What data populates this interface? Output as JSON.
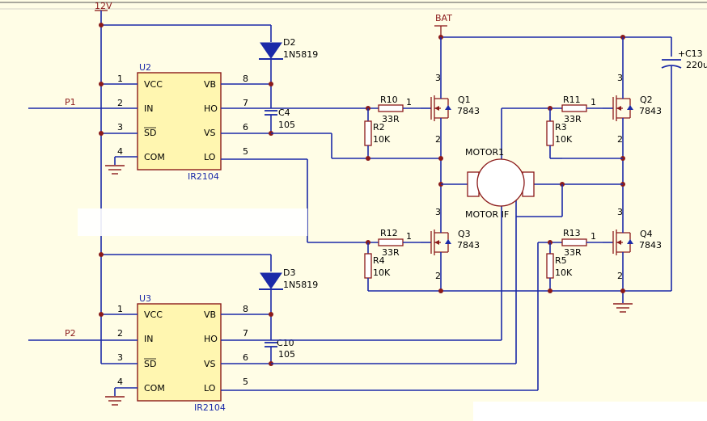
{
  "nets": {
    "v12": "12V",
    "bat": "BAT",
    "p1": "P1",
    "p2": "P2"
  },
  "u2": {
    "ref": "U2",
    "part": "IR2104",
    "pins": {
      "vcc": "VCC",
      "in": "IN",
      "sd": "SD",
      "com": "COM",
      "vb": "VB",
      "ho": "HO",
      "vs": "VS",
      "lo": "LO"
    },
    "nums": {
      "vcc": "1",
      "in": "2",
      "sd": "3",
      "com": "4",
      "vb": "8",
      "ho": "7",
      "vs": "6",
      "lo": "5"
    }
  },
  "u3": {
    "ref": "U3",
    "part": "IR2104",
    "pins": {
      "vcc": "VCC",
      "in": "IN",
      "sd": "SD",
      "com": "COM",
      "vb": "VB",
      "ho": "HO",
      "vs": "VS",
      "lo": "LO"
    },
    "nums": {
      "vcc": "1",
      "in": "2",
      "sd": "3",
      "com": "4",
      "vb": "8",
      "ho": "7",
      "vs": "6",
      "lo": "5"
    }
  },
  "d2": {
    "ref": "D2",
    "value": "1N5819"
  },
  "d3": {
    "ref": "D3",
    "value": "1N5819"
  },
  "c4": {
    "ref": "C4",
    "value": "105"
  },
  "c10": {
    "ref": "C10",
    "value": "105"
  },
  "c13": {
    "ref": "C13",
    "value": "220u",
    "plus": "+"
  },
  "r10": {
    "ref": "R10",
    "value": "33R",
    "pin": "1"
  },
  "r11": {
    "ref": "R11",
    "value": "33R",
    "pin": "1"
  },
  "r12": {
    "ref": "R12",
    "value": "33R",
    "pin": "1"
  },
  "r13": {
    "ref": "R13",
    "value": "33R",
    "pin": "1"
  },
  "r2": {
    "ref": "R2",
    "value": "10K"
  },
  "r3": {
    "ref": "R3",
    "value": "10K"
  },
  "r4": {
    "ref": "R4",
    "value": "10K"
  },
  "r5": {
    "ref": "R5",
    "value": "10K"
  },
  "q1": {
    "ref": "Q1",
    "value": "7843",
    "d": "3",
    "s": "2"
  },
  "q2": {
    "ref": "Q2",
    "value": "7843",
    "d": "3",
    "s": "2"
  },
  "q3": {
    "ref": "Q3",
    "value": "7843",
    "d": "3",
    "s": "2"
  },
  "q4": {
    "ref": "Q4",
    "value": "7843",
    "d": "3",
    "s": "2"
  },
  "motor": {
    "ref": "MOTOR1",
    "value": "MOTOR IF"
  },
  "colors": {
    "wire": "#1b2aa8",
    "part": "#8b1a1a",
    "ic_fill": "#fff6b0",
    "background": "#fffde6"
  }
}
